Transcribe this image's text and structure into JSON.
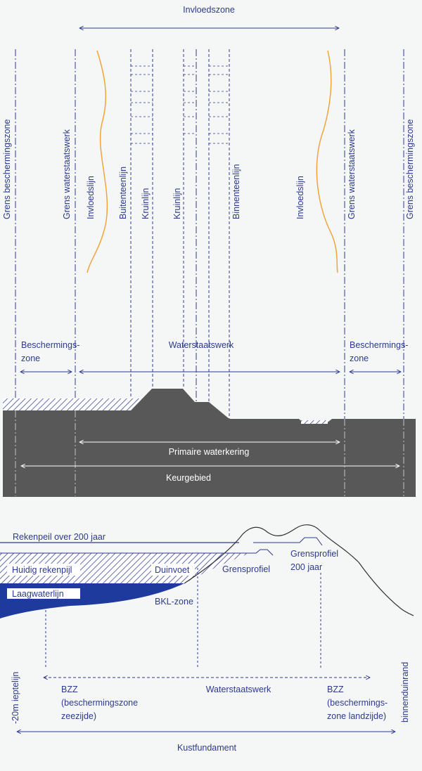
{
  "colors": {
    "background": "#f5f6f6",
    "line_blue": "#2d3a8c",
    "ground_dark": "#585858",
    "influence_orange": "#f0a53a",
    "water_blue": "#1e3a9c",
    "hatch": "#2d3a8c"
  },
  "top": {
    "invloedszone": "Invloedszone",
    "vertical_labels": {
      "grens_beschermingszone_left": "Grens beschermingszone",
      "grens_waterstaatswerk_left": "Grens waterstaatswerk",
      "invloedslijn_left": "Invloedslijn",
      "buitenteenlijn": "Buitenteenlijn",
      "kruinlijn_1": "Kruinlijn",
      "kruinlijn_2": "Kruinlijn",
      "binnenteenlijn": "Binnenteenlijn",
      "invloedslijn_right": "Invloedslijn",
      "grens_waterstaatswerk_right": "Grens waterstaatswerk",
      "grens_beschermingszone_right": "Grens beschermingszone"
    },
    "beschermingszone_left_1": "Beschermings-",
    "beschermingszone_left_2": "zone",
    "waterstaatswerk": "Waterstaatswerk",
    "beschermingszone_right_1": "Beschermings-",
    "beschermingszone_right_2": "zone",
    "primaire_waterkering": "Primaire waterkering",
    "keurgebied": "Keurgebied"
  },
  "bottom": {
    "rekenpeil_200": "Rekenpeil over 200 jaar",
    "huidig_rekenpeil": "Huidig rekenpijl",
    "laagwaterlijn": "Laagwaterlijn",
    "duinvoet": "Duinvoet",
    "grensprofiel": "Grensprofiel",
    "grensprofiel_200_1": "Grensprofiel",
    "grensprofiel_200_2": "200 jaar",
    "bkl_zone": "BKL-zone",
    "min20m": "-20m ieptelijn",
    "binnenduinrand": "binnenduinrand",
    "bzz_left_1": "BZZ",
    "bzz_left_2": "(beschermingszone",
    "bzz_left_3": "zeezijde)",
    "waterstaatswerk": "Waterstaatswerk",
    "bzz_right_1": "BZZ",
    "bzz_right_2": "(beschermings-",
    "bzz_right_3": "zone landzijde)",
    "kustfundament": "Kustfundament"
  }
}
